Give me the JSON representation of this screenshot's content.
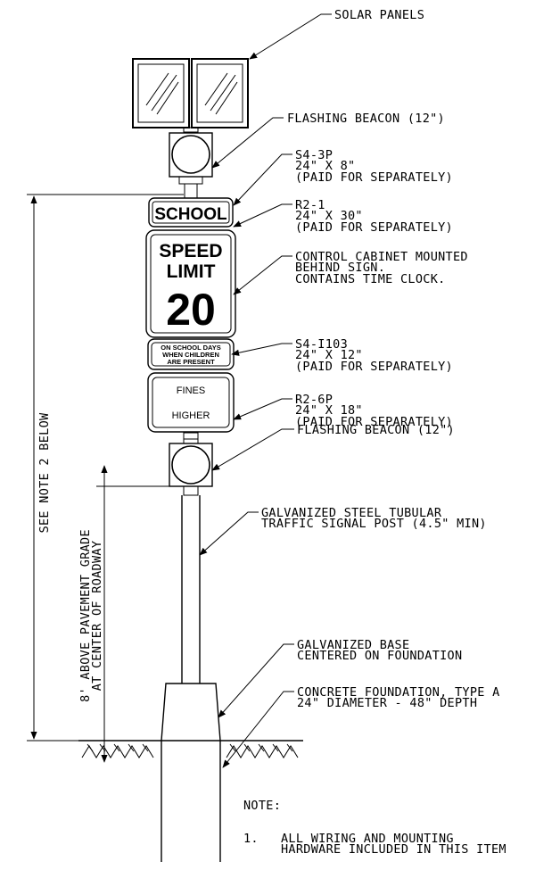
{
  "callouts": {
    "solar_panels": "SOLAR PANELS",
    "beacon_top": "FLASHING BEACON (12\")",
    "s43p": [
      "S4-3P",
      "24\" X 8\"",
      "(PAID FOR SEPARATELY)"
    ],
    "r21": [
      "R2-1",
      "24\" X 30\"",
      "(PAID FOR SEPARATELY)"
    ],
    "cabinet": [
      "CONTROL CABINET MOUNTED",
      "BEHIND SIGN.",
      "CONTAINS TIME CLOCK."
    ],
    "s4i103": [
      "S4-I103",
      "24\" X 12\"",
      "(PAID FOR SEPARATELY)"
    ],
    "r26p": [
      "R2-6P",
      "24\" X 18\"",
      "(PAID FOR SEPARATELY)"
    ],
    "beacon_bottom": "FLASHING BEACON (12\")",
    "post": [
      "GALVANIZED STEEL TUBULAR",
      "TRAFFIC SIGNAL POST (4.5\" MIN)"
    ],
    "base": [
      "GALVANIZED BASE",
      "CENTERED ON FOUNDATION"
    ],
    "foundation": [
      "CONCRETE FOUNDATION, TYPE A",
      "24\" DIAMETER - 48\" DEPTH"
    ]
  },
  "signs": {
    "school": "SCHOOL",
    "speed": "SPEED",
    "limit": "LIMIT",
    "speed_value": "20",
    "plaque": [
      "ON SCHOOL DAYS",
      "WHEN CHILDREN",
      "ARE PRESENT"
    ],
    "fines": "FINES",
    "higher": "HIGHER"
  },
  "dimensions": {
    "see_note": "SEE NOTE 2 BELOW",
    "height_line1": "8' ABOVE PAVEMENT GRADE",
    "height_line2": "AT CENTER OF ROADWAY"
  },
  "notes": {
    "heading": "NOTE:",
    "items": [
      {
        "number": "1.",
        "lines": [
          "ALL WIRING AND MOUNTING",
          "HARDWARE INCLUDED IN THIS ITEM"
        ]
      }
    ]
  }
}
